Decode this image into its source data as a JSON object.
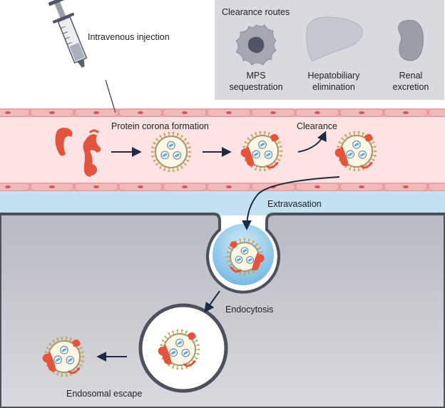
{
  "injection": {
    "label": "Intravenous injection"
  },
  "clearance_box": {
    "title": "Clearance routes",
    "routes": [
      {
        "icon": "macrophage-icon",
        "line1": "MPS",
        "line2": "sequestration"
      },
      {
        "icon": "liver-icon",
        "line1": "Hepatobiliary",
        "line2": "elimination"
      },
      {
        "icon": "kidney-icon",
        "line1": "Renal",
        "line2": "excretion"
      }
    ]
  },
  "vessel": {
    "corona_label": "Protein corona formation",
    "clearance_label": "Clearance"
  },
  "tissue": {
    "extravasation_label": "Extravasation",
    "endocytosis_label": "Endocytosis",
    "escape_label": "Endosomal escape"
  },
  "colors": {
    "protein": "#e2543e",
    "vessel_wall": "#eda5a6",
    "vessel_lumen": "#fde2e2",
    "interstitium": "#c3e1f1",
    "cell": "#c4c5cb",
    "arrow": "#1d2a44"
  }
}
